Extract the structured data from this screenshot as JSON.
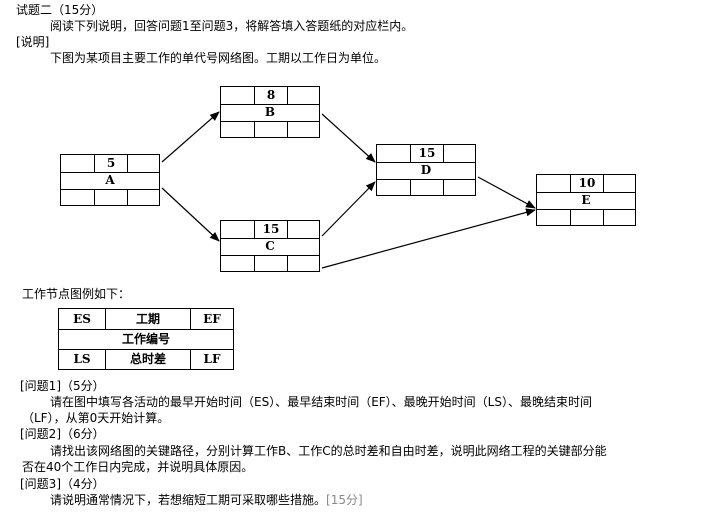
{
  "question": {
    "title": "试题二（15分）",
    "intro": "阅读下列说明，回答问题1至问题3，将解答填入答题纸的对应栏内。",
    "desc_label": "[说明]",
    "desc_text": "下图为某项目主要工作的单代号网络图。工期以工作日为单位。"
  },
  "network": {
    "nodes": [
      {
        "id": "A",
        "duration": "5"
      },
      {
        "id": "B",
        "duration": "8"
      },
      {
        "id": "C",
        "duration": "15"
      },
      {
        "id": "D",
        "duration": "15"
      },
      {
        "id": "E",
        "duration": "10"
      }
    ],
    "edges": [
      [
        "A",
        "B"
      ],
      [
        "A",
        "C"
      ],
      [
        "B",
        "D"
      ],
      [
        "C",
        "D"
      ],
      [
        "C",
        "E"
      ],
      [
        "D",
        "E"
      ]
    ]
  },
  "legend": {
    "caption": "工作节点图例如下：",
    "es": "ES",
    "duration": "工期",
    "ef": "EF",
    "work_no": "工作编号",
    "ls": "LS",
    "total_float": "总时差",
    "lf": "LF"
  },
  "questions": {
    "q1_label": "[问题1]（5分）",
    "q1_text_a": "请在图中填写各活动的最早开始时间（ES）、最早结束时间（EF）、最晚开始时间（LS）、最晚结束时间",
    "q1_text_b": "（LF），从第0天开始计算。",
    "q2_label": "[问题2]（6分）",
    "q2_text_a": "请找出该网络图的关键路径，分别计算工作B、工作C的总时差和自由时差，说明此网络工程的关键部分能",
    "q2_text_b": "否在40个工作日内完成，并说明具体原因。",
    "q3_label": "[问题3]（4分）",
    "q3_text": "请说明通常情况下，若想缩短工期可采取哪些措施。",
    "q3_score": "[15分]"
  }
}
